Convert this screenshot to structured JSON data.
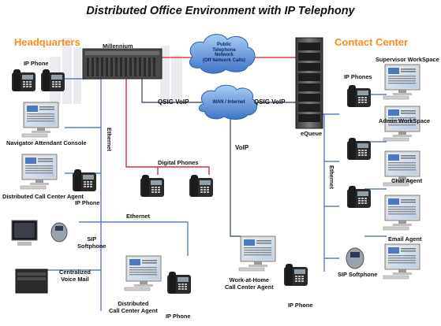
{
  "title": "Distributed Office Environment with IP Telephony",
  "sections": {
    "headquarters": "Headquarters",
    "contact_center": "Contact Center"
  },
  "labels": {
    "millennium": "Millennium",
    "hq_ip_phone": "IP Phone",
    "navigator": "Navigator Attendant Console",
    "dist_agent_1": "Distributed Call Center Agent",
    "ip_phone_2": "IP Phone",
    "sip_softphone_hq": "SIP\nSoftphone",
    "voice_mail": "Centralized\nVoice Mail",
    "dist_agent_2": "Distributed\nCall Center Agent",
    "ip_phone_3": "IP Phone",
    "wah_agent": "Work-at-Home\nCall Center Agent",
    "ip_phone_4": "IP Phone",
    "digital_phones": "Digital Phones",
    "ethernet_h": "Ethernet",
    "ethernet_v1": "Ethernet",
    "ethernet_v2": "Ethernet",
    "equeue": "eQueue",
    "ip_phones": "IP Phones",
    "supervisor": "Supervisor WorkSpace",
    "admin": "Admin WorkSpace",
    "chat_agent": "Chat Agent",
    "email_agent": "Email Agent",
    "sip_softphone_cc": "SIP Softphone",
    "qsig_left": "QSIG VoIP",
    "qsig_right": "QSIG VoIP",
    "voip": "VoIP"
  },
  "clouds": {
    "pstn": "Public\nTelephone\nNetwork\n(Off Network Calls)",
    "wan": "WAN / Internet"
  },
  "colors": {
    "title": "#111111",
    "section_orange": "#ff8c1a",
    "pstn_link": "#d9414b",
    "wan_link": "#4a5a78",
    "lan_line": "#5d7fb8",
    "digital_line": "#c8333d",
    "cloud_fill": "#4f86d6"
  }
}
